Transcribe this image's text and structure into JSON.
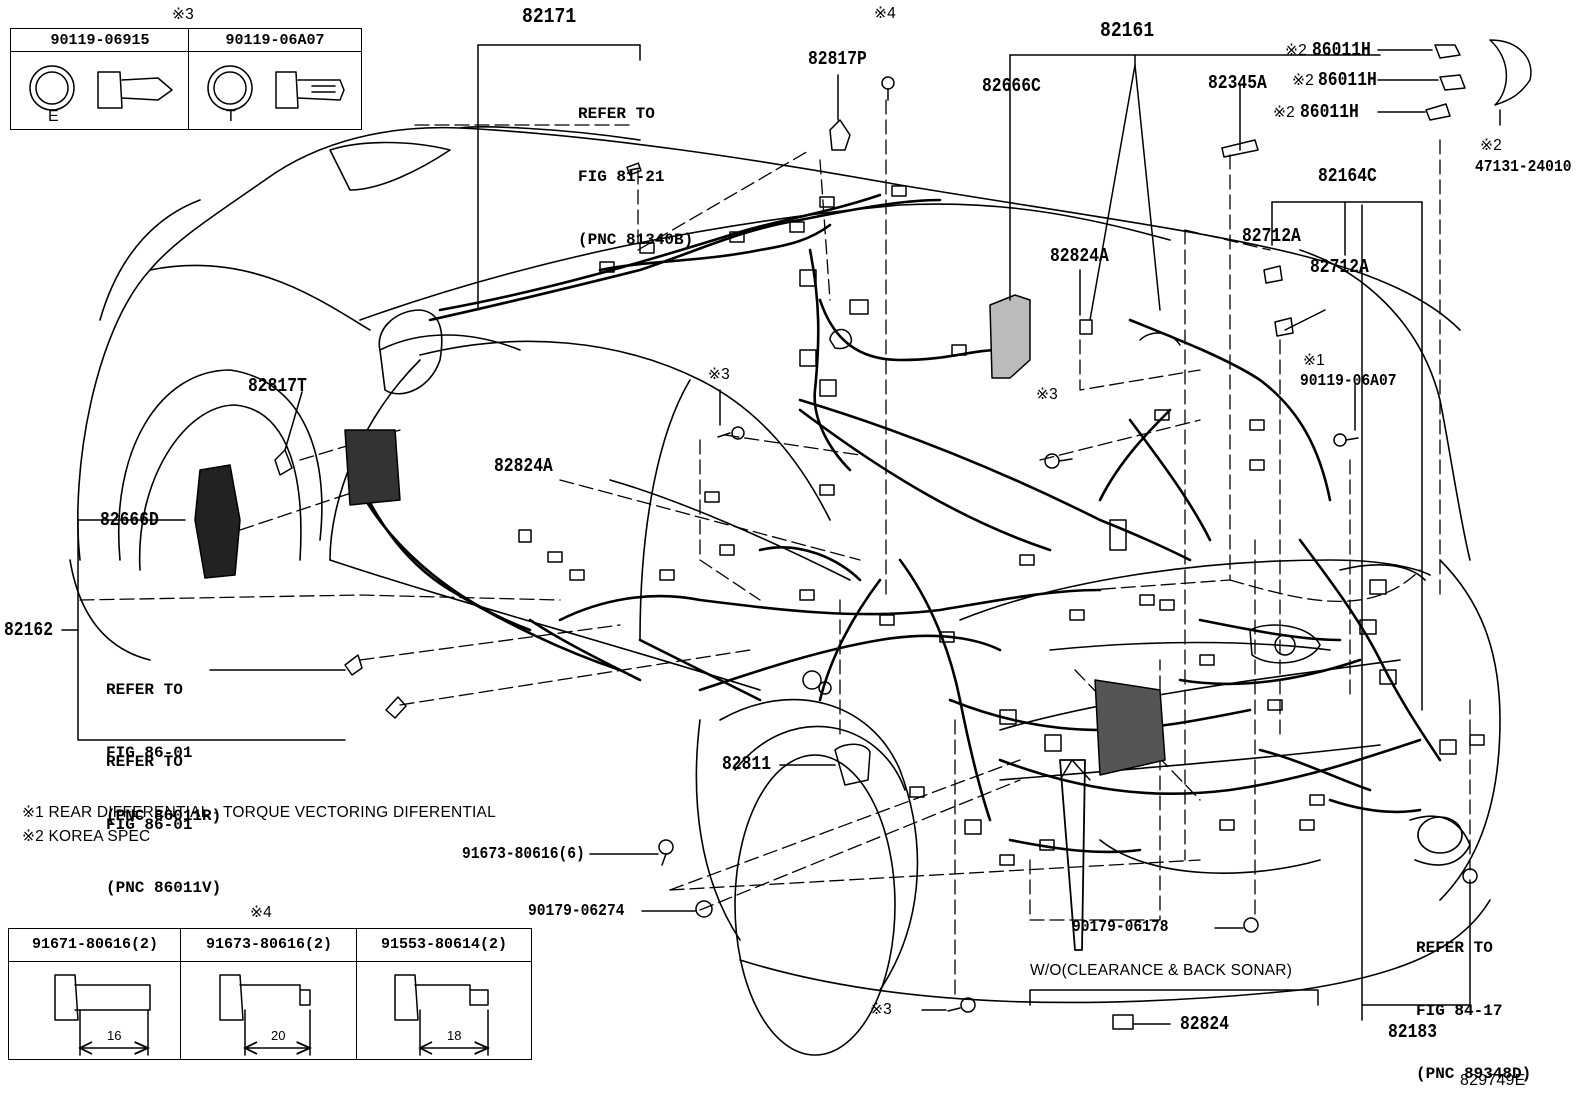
{
  "parts": {
    "p82171": "82171",
    "p82161": "82161",
    "p82817P": "82817P",
    "p82666C": "82666C",
    "p82345A": "82345A",
    "p86011H_1": "86011H",
    "p86011H_2": "86011H",
    "p86011H_3": "86011H",
    "p47131": "47131-24010",
    "p82164C": "82164C",
    "p82712A_1": "82712A",
    "p82712A_2": "82712A",
    "p82824A_top": "82824A",
    "p90119_r": "90119-06A07",
    "p82817T": "82817T",
    "p82824A_mid": "82824A",
    "p82666D": "82666D",
    "p82162": "82162",
    "p82811": "82811",
    "p91673": "91673-80616(6)",
    "p90179_06274": "90179-06274",
    "p90179_06178": "90179-06178",
    "p82824": "82824",
    "p82183": "82183",
    "diagram_id": "829749E"
  },
  "marks": {
    "m1": "※1",
    "m2": "※2",
    "m3": "※3",
    "m4": "※4"
  },
  "refs": {
    "fig81": [
      "REFER TO",
      "FIG 81-21",
      "(PNC 81340B)"
    ],
    "fig86a": [
      "REFER TO",
      "FIG 86-01",
      "(PNC 86011R)"
    ],
    "fig86b": [
      "REFER TO",
      "FIG 86-01",
      "(PNC 86011V)"
    ],
    "fig84": [
      "REFER TO",
      "FIG 84-17",
      "(PNC 89348D)"
    ]
  },
  "notes": {
    "n1": "※1 REAR DIFFERENTIAL - TORQUE VECTORING DIFERENTIAL",
    "n2": "※2 KOREA SPEC",
    "wo": "W/O(CLEARANCE & BACK SONAR)"
  },
  "table_top": {
    "mark": "※3",
    "col1": "90119-06915",
    "col2": "90119-06A07",
    "col1_letter": "E",
    "col2_letter": "T"
  },
  "table_bottom": {
    "mark": "※4",
    "col1": "91671-80616(2)",
    "col2": "91673-80616(2)",
    "col3": "91553-80614(2)",
    "dim1": "16",
    "dim2": "20",
    "dim3": "18"
  }
}
